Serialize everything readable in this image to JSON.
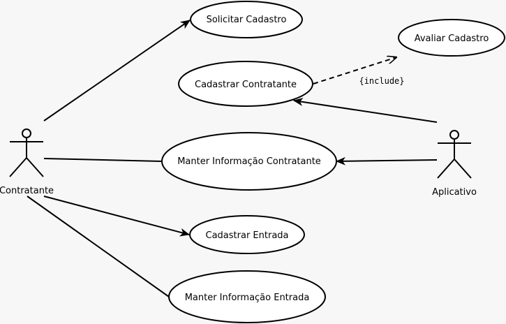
{
  "actors": {
    "contratante": {
      "label": "Contratante"
    },
    "aplicativo": {
      "label": "Aplicativo"
    }
  },
  "use_cases": {
    "solicitar_cadastro": "Solicitar Cadastro",
    "avaliar_cadastro": "Avaliar Cadastro",
    "cadastrar_contratante": "Cadastrar Contratante",
    "manter_info_contratante": "Manter Informação Contratante",
    "cadastrar_entrada": "Cadastrar Entrada",
    "manter_info_entrada": "Manter Informação Entrada"
  },
  "relations": {
    "include_label": "{include}"
  }
}
